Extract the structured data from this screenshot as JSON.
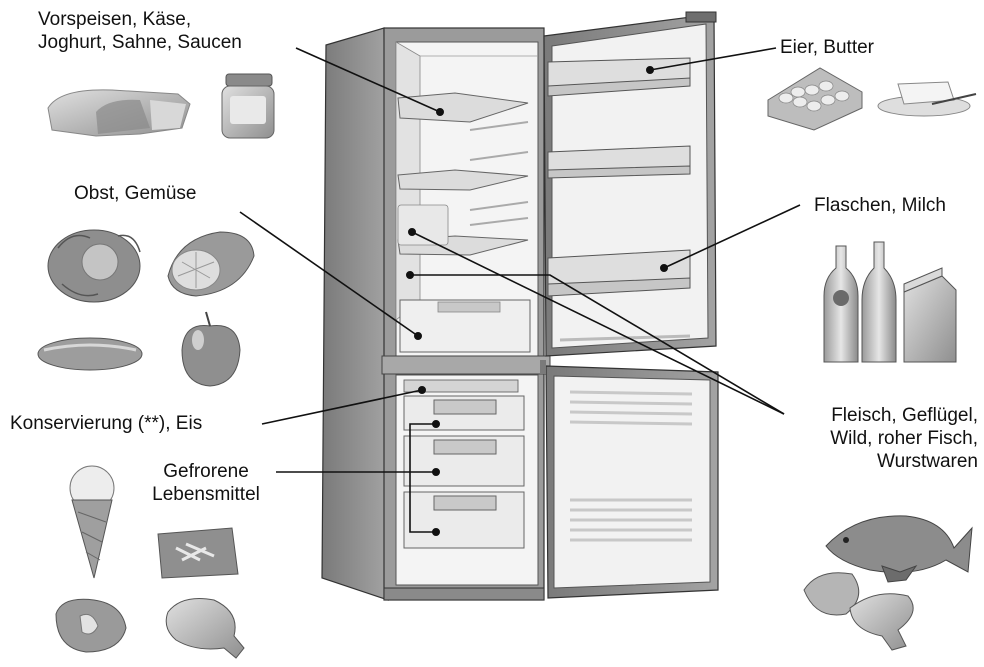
{
  "labels": {
    "starters": [
      "Vorspeisen, Käse,",
      "Joghurt, Sahne, Saucen"
    ],
    "eggs": "Eier, Butter",
    "fruit": "Obst, Gemüse",
    "bottles": "Flaschen, Milch",
    "meat": [
      "Fleisch, Geflügel,",
      "Wild, roher Fisch,",
      "Wurstwaren"
    ],
    "preserve": "Konservierung (**), Eis",
    "frozen": [
      "Gefrorene",
      "Lebensmittel"
    ]
  },
  "colors": {
    "cabinet": "#8e8e8e",
    "cabinet_dark": "#6f6f6f",
    "interior": "#f2f2f2",
    "shelf": "#d6d6d6",
    "food": "#b9b9b9",
    "leader": "#111111"
  },
  "icons": [
    "cheese-icon",
    "jar-icon",
    "egg-carton-icon",
    "butter-dish-icon",
    "cabbage-icon",
    "melon-icon",
    "cucumber-icon",
    "apple-icon",
    "bottle-icon",
    "milk-carton-icon",
    "ice-cream-cone-icon",
    "frozen-fries-icon",
    "steak-icon",
    "chicken-leg-icon",
    "fish-meat-icon"
  ]
}
